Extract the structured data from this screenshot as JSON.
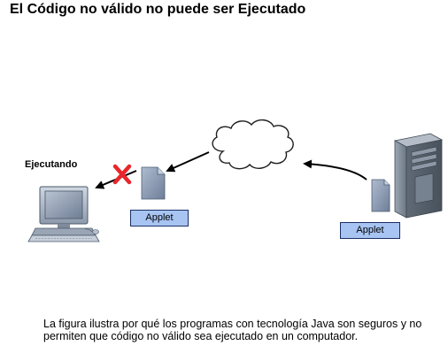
{
  "title": "El Código no válido no puede ser Ejecutado",
  "diagram": {
    "executing_label": "Ejecutando",
    "applet_left_label": "Applet",
    "applet_right_label": "Applet"
  },
  "caption": "La figura ilustra por qué los programas con tecnología Java son seguros y no permiten que código no válido sea ejecutado en un computador.",
  "colors": {
    "applet_box_fill": "#a7c4f2",
    "applet_box_border": "#1b2f64",
    "blocked_mark": "#e8262b",
    "document_icon": "#8a9bb4",
    "server_body": "#7a8896"
  }
}
